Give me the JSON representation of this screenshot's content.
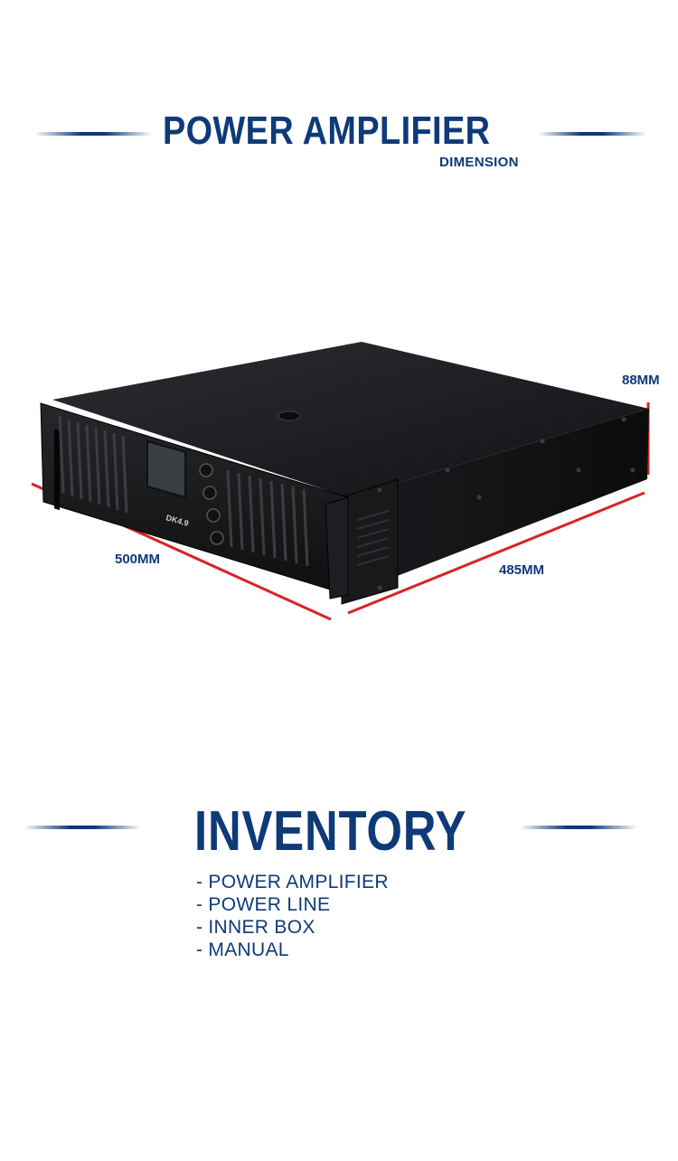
{
  "section_dimension": {
    "title": "POWER AMPLIFIER",
    "subtitle": "DIMENSION"
  },
  "dimensions": {
    "depth_label": "500MM",
    "width_label": "485MM",
    "height_label": "88MM"
  },
  "device": {
    "model_text": "DK4.9"
  },
  "section_inventory": {
    "title": "INVENTORY",
    "items": [
      "- POWER AMPLIFIER",
      "- POWER LINE",
      "- INNER BOX",
      "- MANUAL"
    ]
  },
  "colors": {
    "brand_blue": "#0e3a78",
    "dimension_red": "#d8232a"
  }
}
